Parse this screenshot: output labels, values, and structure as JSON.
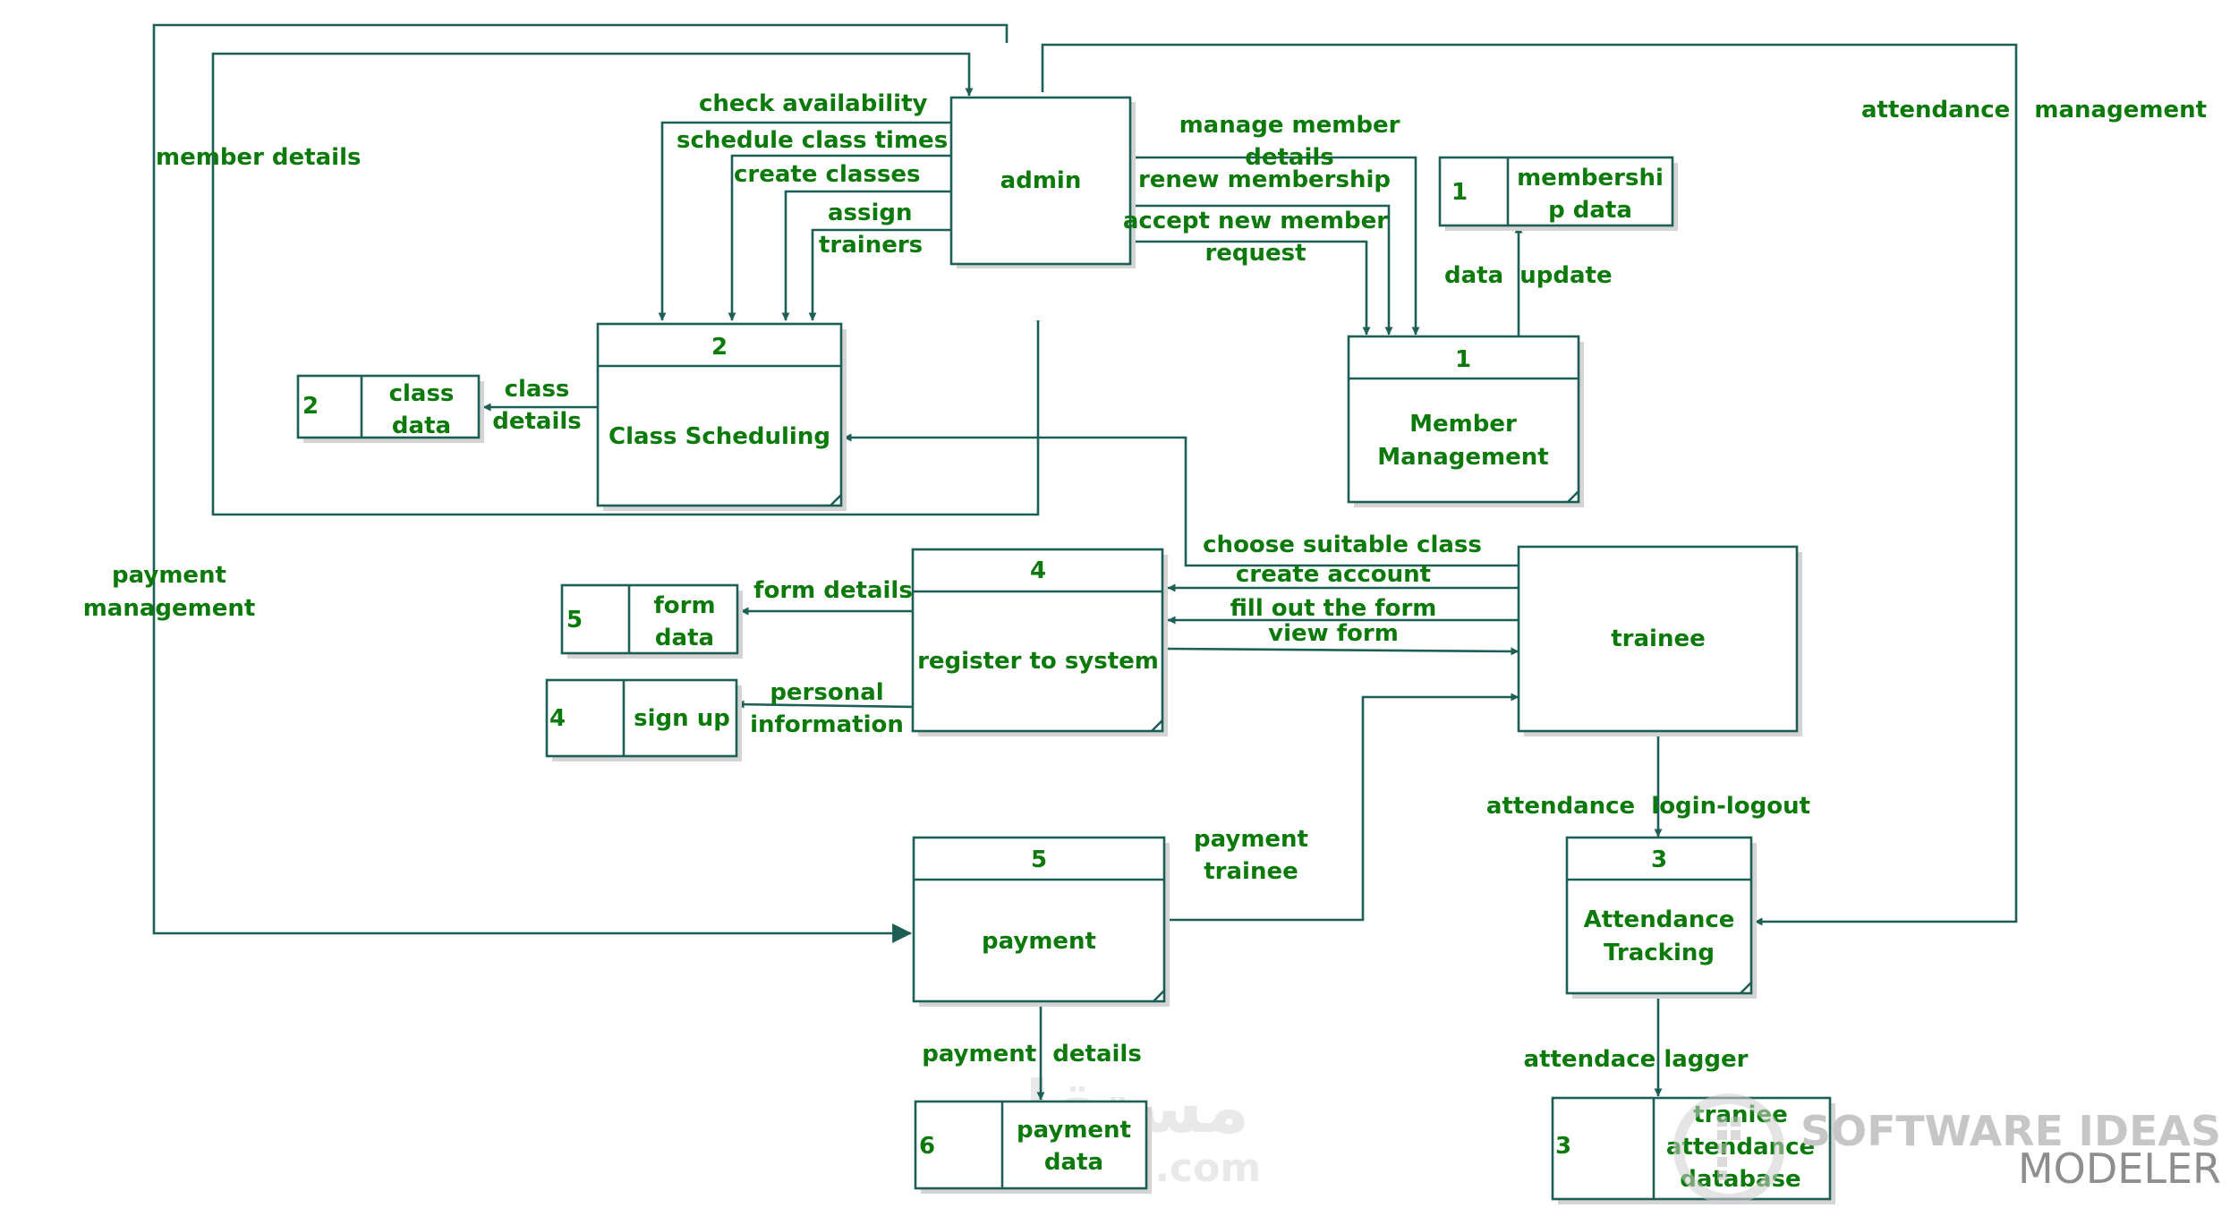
{
  "colors": {
    "text": "#0b7a0b",
    "line": "#1d5e57",
    "shadow": "#d4d4d4"
  },
  "entities": {
    "admin": "admin",
    "trainee": "trainee"
  },
  "processes": {
    "class_scheduling": {
      "number": "2",
      "name_lines": [
        "Class Scheduling"
      ]
    },
    "member_management": {
      "number": "1",
      "name_lines": [
        "Member",
        "Management"
      ]
    },
    "register": {
      "number": "4",
      "name_lines": [
        "register to system"
      ]
    },
    "payment": {
      "number": "5",
      "name_lines": [
        "payment"
      ]
    },
    "attendance_tracking": {
      "number": "3",
      "name_lines": [
        "Attendance",
        "Tracking"
      ]
    }
  },
  "stores": {
    "membership_data": {
      "number": "1",
      "name_lines": [
        "membershi",
        "p data"
      ]
    },
    "class_data": {
      "number": "2",
      "name_lines": [
        "class",
        "data"
      ]
    },
    "form_data": {
      "number": "5",
      "name_lines": [
        "form",
        "data"
      ]
    },
    "sign_up": {
      "number": "4",
      "name_lines": [
        "sign up"
      ]
    },
    "payment_data": {
      "number": "6",
      "name_lines": [
        "payment",
        "data"
      ]
    },
    "trainee_attendance_db": {
      "number": "3",
      "name_lines": [
        "traniee",
        "attendance",
        "database"
      ]
    }
  },
  "flows": {
    "check_availability": "check availability",
    "schedule_class_times": "schedule class times",
    "create_classes": "create classes",
    "assign_trainers": [
      "assign",
      "trainers"
    ],
    "member_details": "member details",
    "manage_member_details": [
      "manage member",
      "details"
    ],
    "renew_membership": "renew membership",
    "accept_new_member_request": [
      "accept new member",
      "request"
    ],
    "data_update": "data  update",
    "attendance_management": "attendance   management",
    "class_details": [
      "class",
      "details"
    ],
    "choose_suitable_class": "choose suitable class",
    "create_account": "create account",
    "fill_out_form": "fill out the form",
    "view_form": "view form",
    "form_details": "form details",
    "personal_information": [
      "personal",
      "information"
    ],
    "payment_management": [
      "payment",
      "management"
    ],
    "payment_trainee": [
      "payment",
      "trainee"
    ],
    "attendance_login_logout": "attendance  login-logout",
    "payment_details": "payment  details",
    "attendace_lagger": "attendace lagger"
  },
  "watermarks": {
    "mostaql_arabic": "مستقل",
    "mostaql_latin": "mostaql.com",
    "tool_line1": "SOFTWARE IDEAS",
    "tool_line2": "MODELER"
  }
}
